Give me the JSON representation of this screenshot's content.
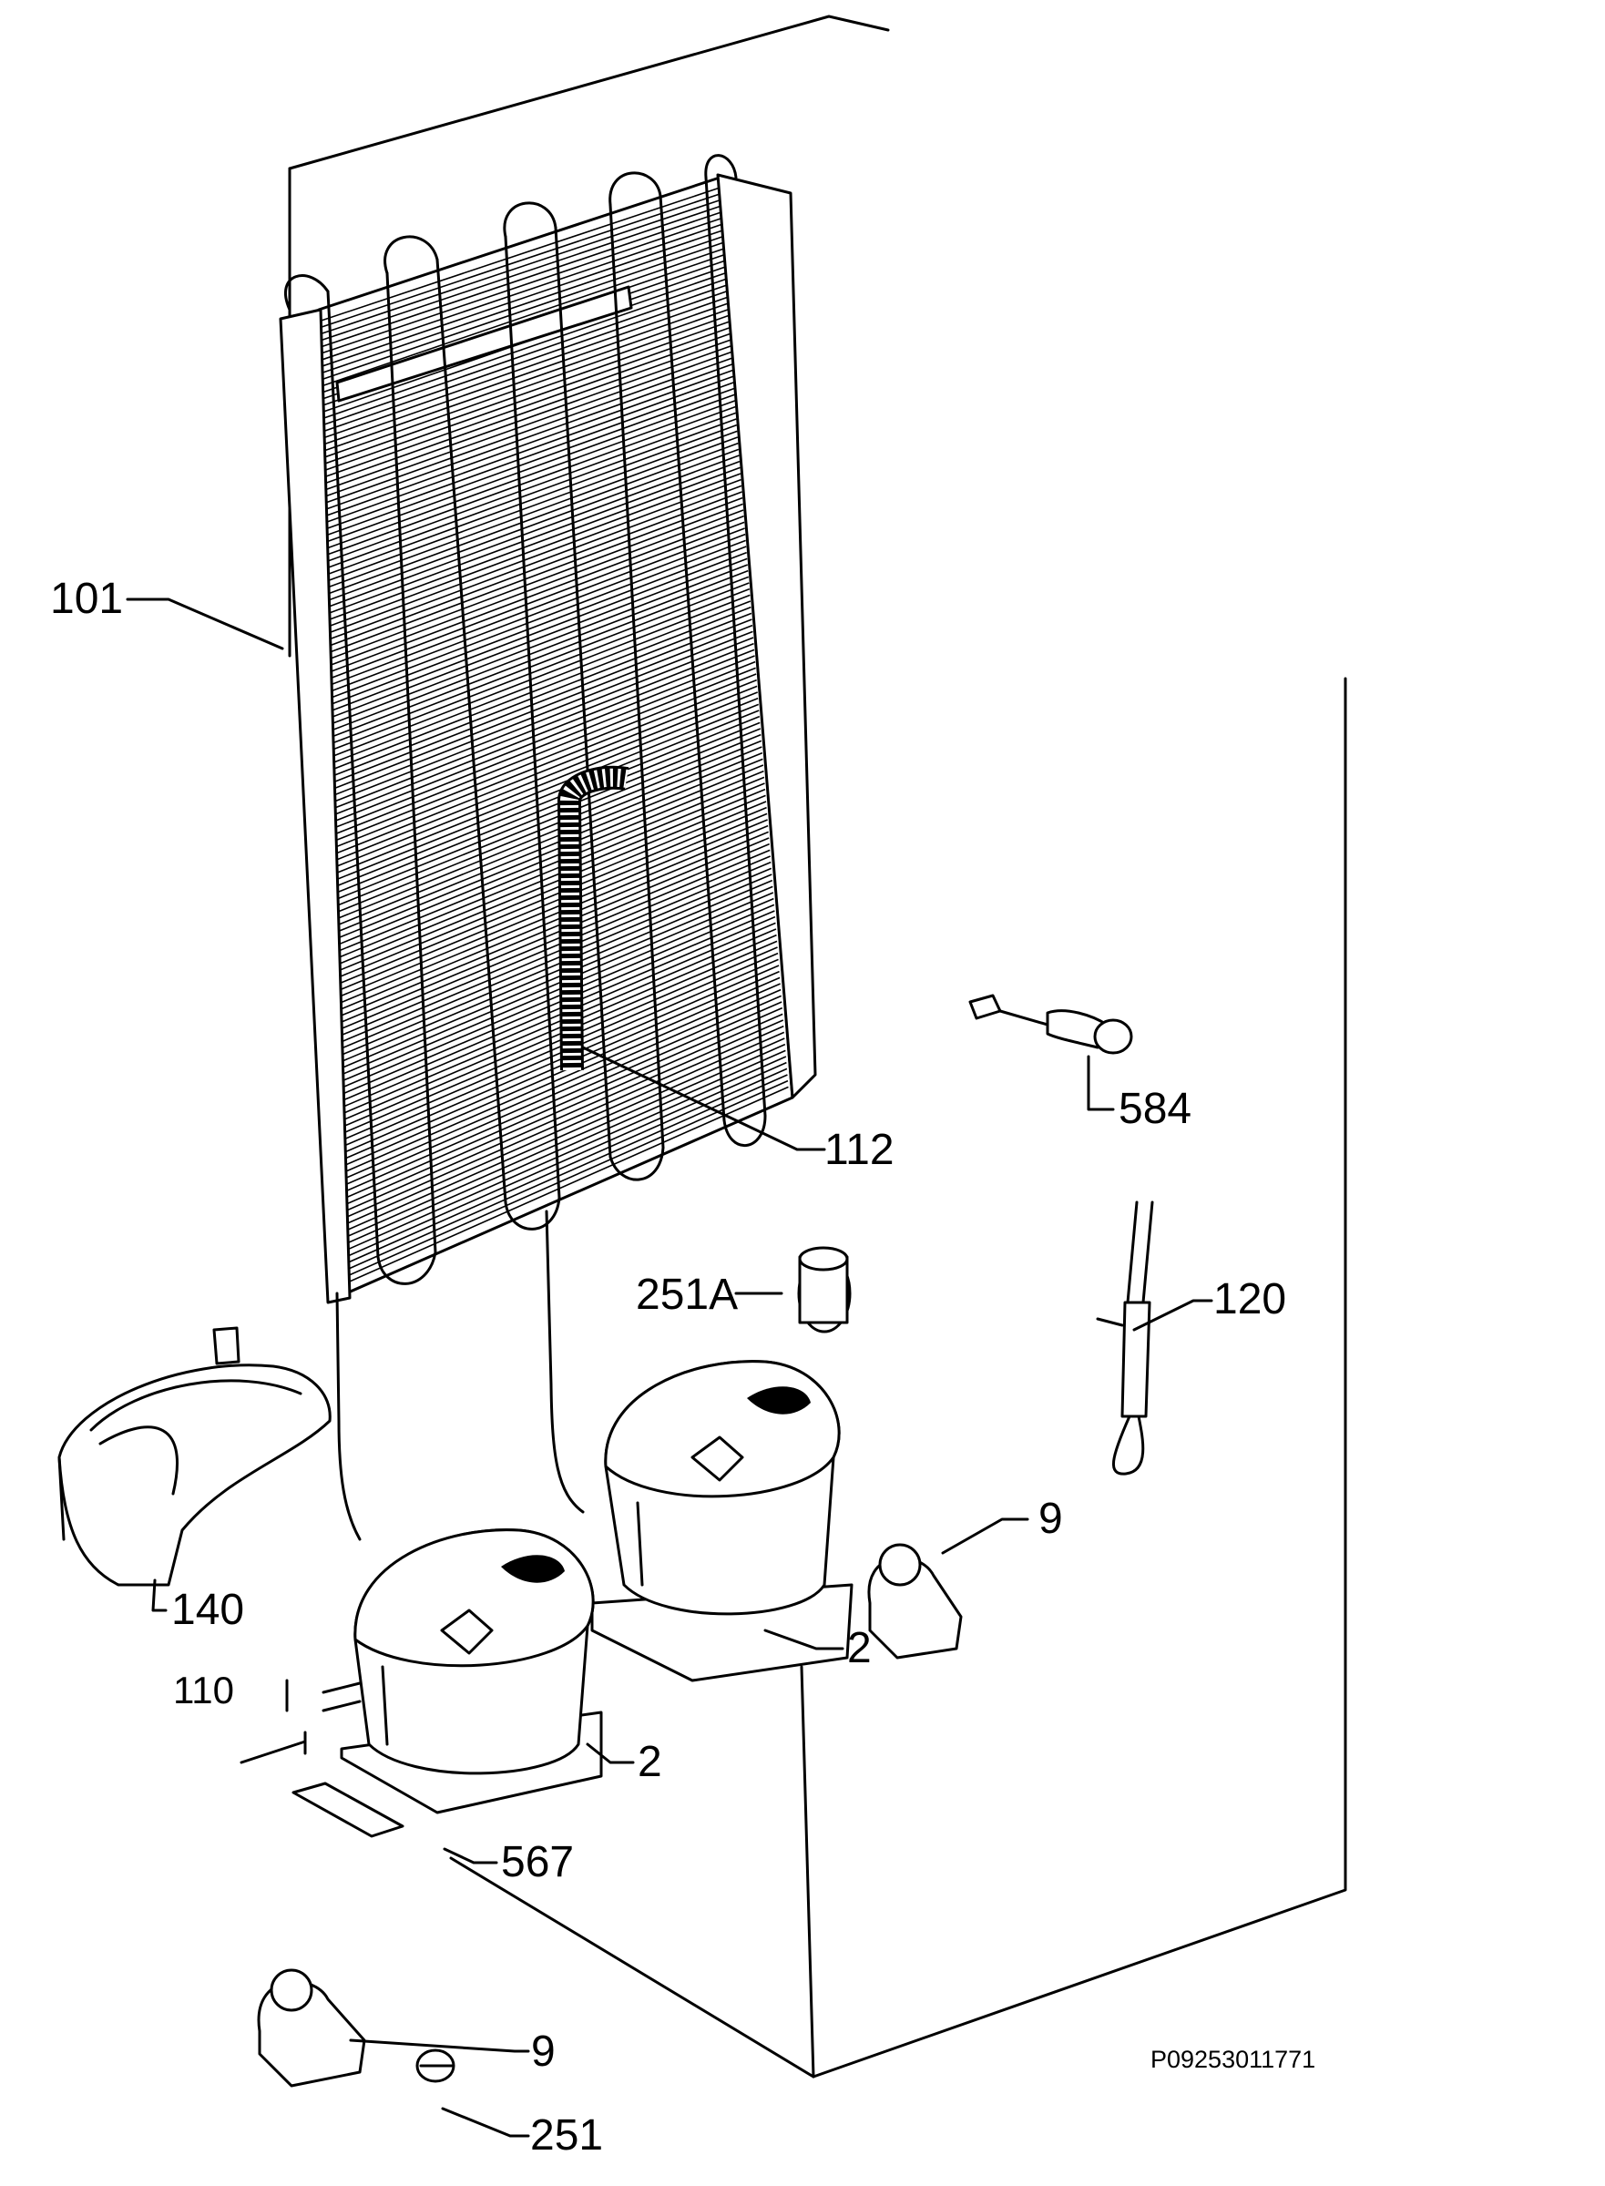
{
  "labels": {
    "p101": "101",
    "p112": "112",
    "p584": "584",
    "p251a": "251A",
    "p120": "120",
    "p9_right": "9",
    "p140": "140",
    "p110": "110",
    "p2_right": "2",
    "p2_left": "2",
    "p567": "567",
    "p9_bottom": "9",
    "p251": "251"
  },
  "reference_code": "P09253011771"
}
